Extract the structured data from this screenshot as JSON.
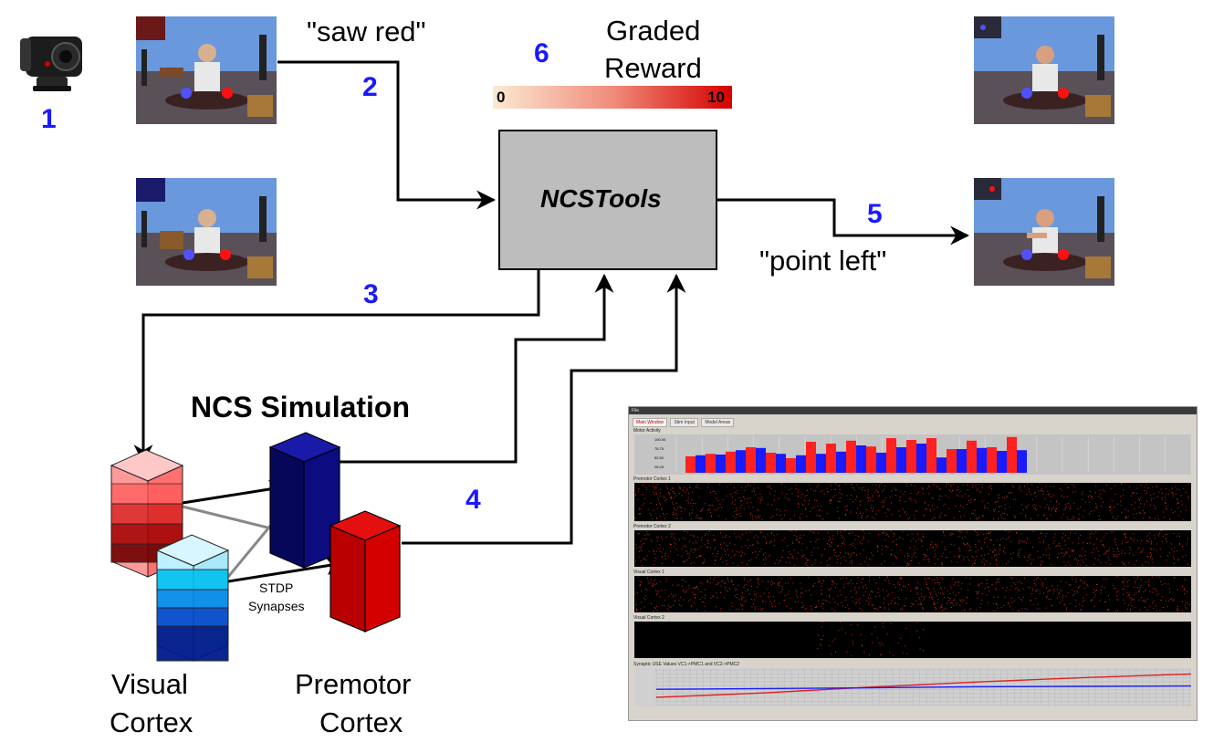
{
  "labels": {
    "saw_red": "\"saw red\"",
    "point_left": "\"point left\"",
    "graded_reward_1": "Graded",
    "graded_reward_2": "Reward",
    "scale_min": "0",
    "scale_max": "10",
    "ncstools": "NCSTools",
    "ncs_simulation": "NCS Simulation",
    "stdp_1": "STDP",
    "stdp_2": "Synapses",
    "visual_1": "Visual",
    "visual_2": "Cortex",
    "premotor_1": "Premotor",
    "premotor_2": "Cortex"
  },
  "step_numbers": [
    "1",
    "2",
    "3",
    "4",
    "5",
    "6"
  ],
  "colors": {
    "step_number": "#1a1aff",
    "ncstools_box": "#bdbdbd",
    "reward_low": "#fbe9d2",
    "reward_high": "#d40000",
    "premotor_blue": "#0b0b7a",
    "premotor_red": "#d00000",
    "visual_red": "#ff5a5a",
    "visual_cyan": "#00c8f0"
  },
  "gui": {
    "menu": "File",
    "tabs": [
      "Main Window",
      "Stim Input",
      "Model Areas"
    ],
    "panels": [
      "Motor Activity",
      "Premotor Cortex 1",
      "Premotor Cortex 2",
      "Visual Cortex 1",
      "Visual Cortex 2",
      "Synaptic USE Values VC1->PMC1 and VC2->PMC2"
    ],
    "motor_ticks": [
      "100.00",
      "78.75",
      "52.50",
      "26.25"
    ],
    "motor_red": [
      45,
      52,
      58,
      70,
      55,
      40,
      85,
      80,
      88,
      72,
      95,
      90,
      95,
      65,
      88,
      70,
      98
    ],
    "motor_blue": [
      48,
      50,
      62,
      68,
      52,
      48,
      52,
      58,
      75,
      55,
      70,
      80,
      42,
      65,
      68,
      60,
      62
    ],
    "syn_red": [
      0.2,
      0.32,
      0.48,
      0.62,
      0.74,
      0.84
    ],
    "syn_blue": [
      0.42,
      0.44,
      0.46,
      0.49,
      0.5,
      0.51
    ]
  }
}
